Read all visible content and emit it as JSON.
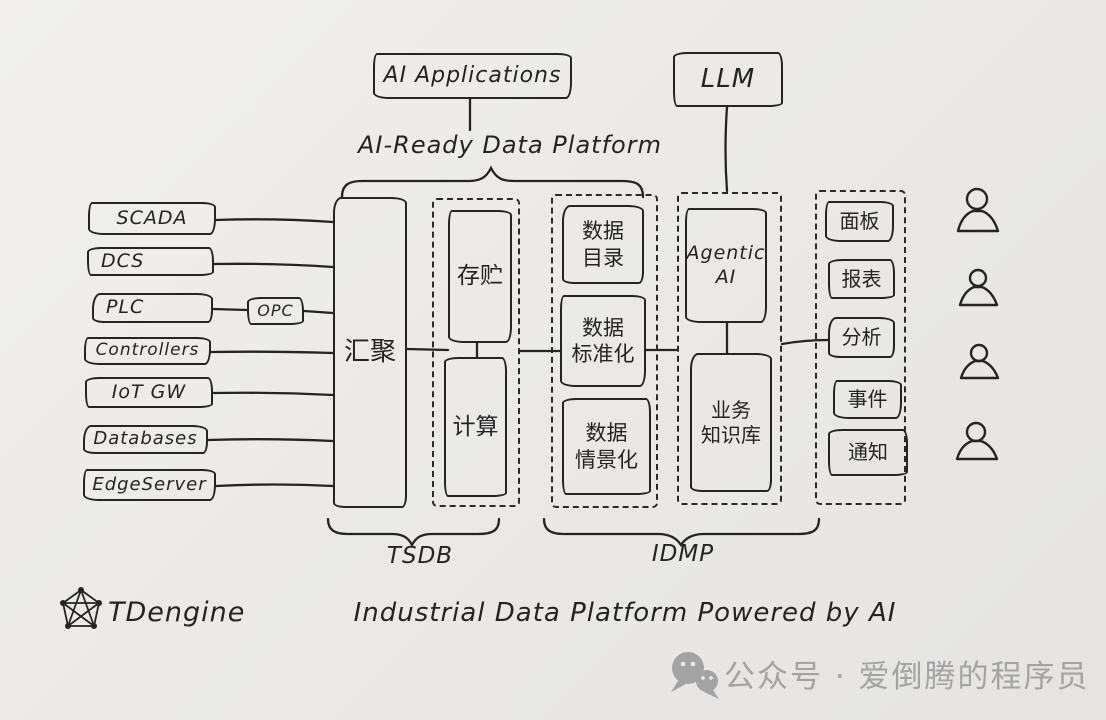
{
  "top": {
    "ai_applications": "AI Applications",
    "llm": "LLM",
    "platform_brace_label": "AI-Ready Data Platform"
  },
  "sources": [
    "SCADA",
    "DCS",
    "PLC",
    "Controllers",
    "IoT GW",
    "Databases",
    "EdgeServer"
  ],
  "opc_label": "OPC",
  "aggregation_label": "汇聚",
  "tsdb": {
    "group_label": "TSDB",
    "storage": "存贮",
    "compute": "计算"
  },
  "idmp": {
    "group_label": "IDMP",
    "data_catalog": "数据\n目录",
    "data_standardization": "数据\n标准化",
    "data_contextualization": "数据\n情景化",
    "agentic_ai": "Agentic\nAI",
    "business_knowledge_base": "业务\n知识库"
  },
  "outputs": [
    "面板",
    "报表",
    "分析",
    "事件",
    "通知"
  ],
  "users_count": "4",
  "footer": {
    "brand": "TDengine",
    "title": "Industrial Data Platform Powered by AI",
    "watermark": "公众号 · 爱倒腾的程序员"
  },
  "colors": {
    "ink": "#242424",
    "paper": "#ebeae8",
    "watermark_gray": "#a3a3a3"
  }
}
